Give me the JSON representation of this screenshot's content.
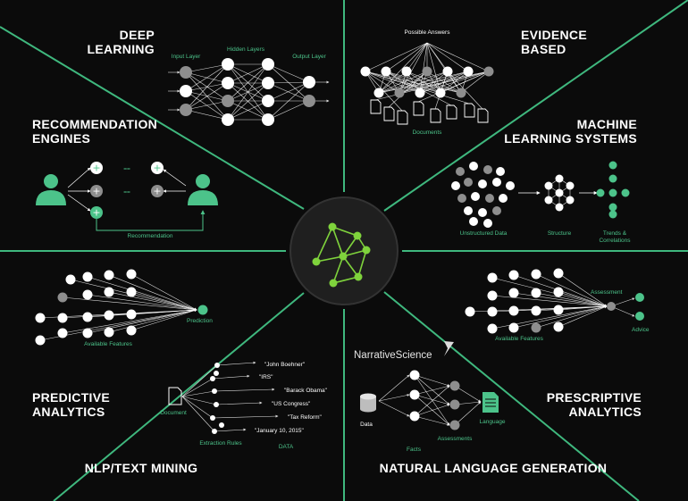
{
  "colors": {
    "accent": "#4cc38a",
    "background": "#0b0b0b",
    "node_white": "#ffffff",
    "node_gray": "#8e8e8e"
  },
  "center_icon": "network-graph-icon",
  "sections": {
    "deep_learning": {
      "title_1": "DEEP",
      "title_2": "LEARNING",
      "input_layer": "Input Layer",
      "hidden_layers": "Hidden Layers",
      "output_layer": "Output Layer"
    },
    "evidence_based": {
      "title_1": "EVIDENCE",
      "title_2": "BASED",
      "possible_answers": "Possible Answers",
      "documents": "Documents"
    },
    "recommendation_engines": {
      "title_1": "RECOMMENDATION",
      "title_2": "ENGINES",
      "recommendation": "Recommendation",
      "equals": "=="
    },
    "machine_learning": {
      "title_1": "MACHINE",
      "title_2": "LEARNING SYSTEMS",
      "unstructured_data": "Unstructured Data",
      "structure": "Structure",
      "trends_1": "Trends &",
      "trends_2": "Correlations"
    },
    "predictive_analytics": {
      "title_1": "PREDICTIVE",
      "title_2": "ANALYTICS",
      "prediction": "Prediction",
      "available_features": "Available Features"
    },
    "prescriptive_analytics": {
      "title_1": "PRESCRIPTIVE",
      "title_2": "ANALYTICS",
      "assessment": "Assessment",
      "advice": "Advice",
      "available_features": "Available Features"
    },
    "nlp": {
      "title": "NLP/TEXT MINING",
      "document": "Document",
      "extraction_rules": "Extraction Rules",
      "data": "DATA",
      "entities": [
        "\"John Boehner\"",
        "\"IRS\"",
        "\"Barack Obama\"",
        "\"US Congress\"",
        "\"Tax Reform\"",
        "\"January 10, 2015\""
      ]
    },
    "nlg": {
      "title": "NATURAL LANGUAGE GENERATION",
      "brand": "NarrativeScience",
      "data": "Data",
      "facts": "Facts",
      "assessments": "Assessments",
      "language": "Language"
    }
  }
}
